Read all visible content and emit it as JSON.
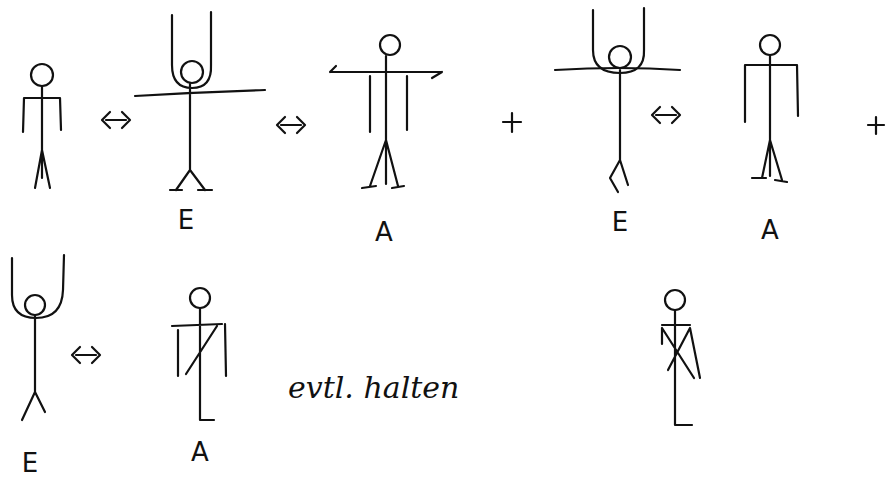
{
  "diagram": {
    "labels": [
      "E",
      "A",
      "E",
      "A",
      "E",
      "A",
      "evtl. halten"
    ]
  }
}
